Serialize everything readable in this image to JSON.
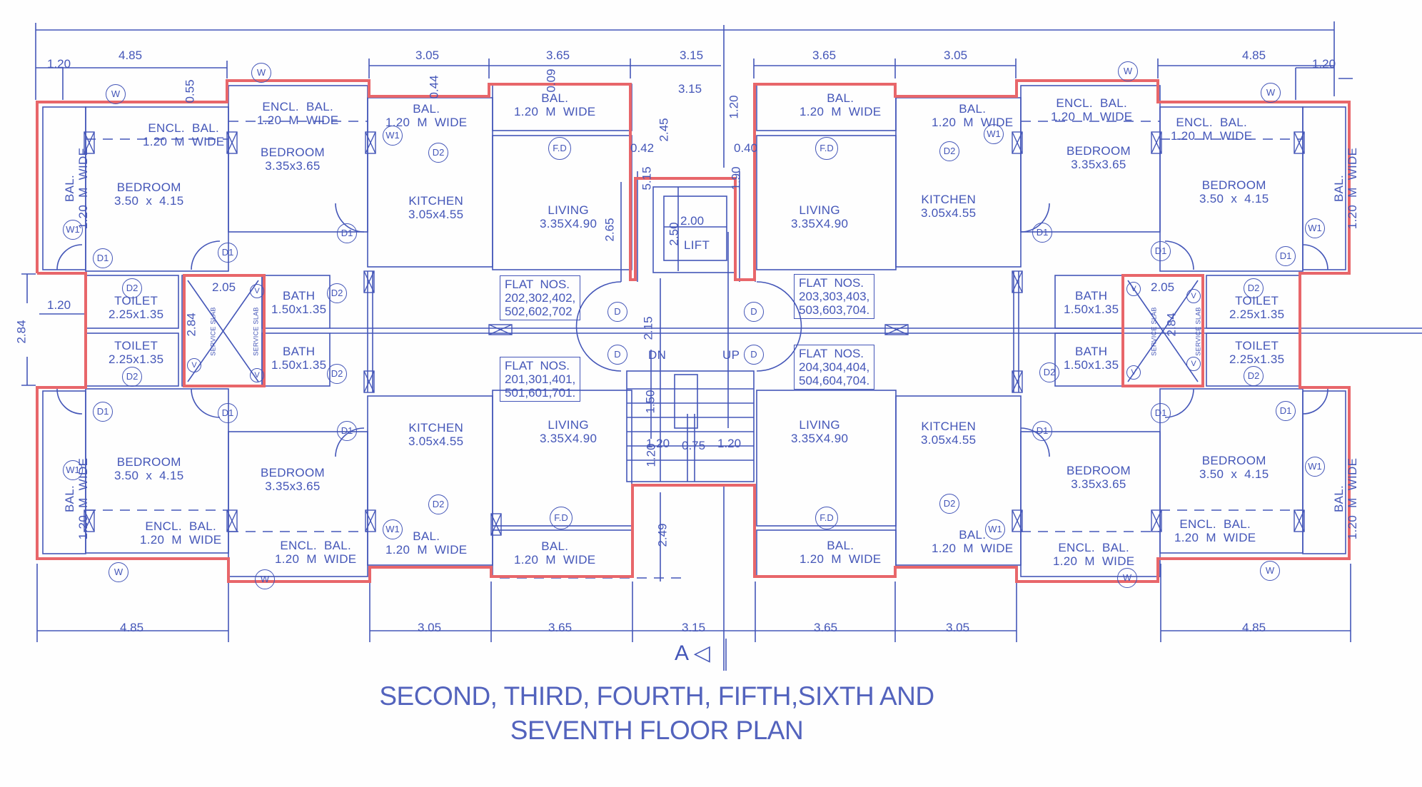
{
  "title": {
    "line1": "SECOND, THIRD, FOURTH, FIFTH,SIXTH AND",
    "line2": "SEVENTH FLOOR PLAN"
  },
  "section_marker": "A ◁",
  "colors": {
    "linework": "#4456b8",
    "outline": "#e8666a",
    "title": "#5363bd",
    "background": "#fefefe"
  },
  "dimensions": {
    "top": [
      "1.20",
      "4.85",
      "3.05",
      "3.65",
      "3.15",
      "3.65",
      "3.05",
      "4.85",
      "1.20"
    ],
    "bottom": [
      "4.85",
      "3.05",
      "3.65",
      "3.15",
      "3.65",
      "3.05",
      "4.85"
    ],
    "misc": {
      "left_notch_width": "1.20",
      "left_notch_height": "2.84",
      "offset_055": "0.55",
      "offset_044": "0.44",
      "offset_009": "0.09",
      "core_315": "3.15",
      "core_245": "2.45",
      "core_042": "0.42",
      "core_040": "0.40",
      "core_120": "1.20",
      "core_515": "5.15",
      "core_190": "1.90",
      "core_265": "2.65",
      "lift_w": "2.00",
      "lift_h": "2.50",
      "lobby_h": "2.15",
      "stair_150": "1.50",
      "stair_120a": "1.20",
      "stair_075": "0.75",
      "stair_120b": "1.20",
      "stair_120c": "1.20",
      "duct_205": "2.05",
      "duct_284": "2.84",
      "bottom_core_249": "2.49"
    }
  },
  "rooms": {
    "bedroom_large": "BEDROOM\n3.50  x  4.15",
    "bedroom_small": "BEDROOM\n3.35x3.65",
    "kitchen": "KITCHEN\n3.05x4.55",
    "living": "LIVING\n3.35X4.90",
    "toilet": "TOILET\n2.25x1.35",
    "bath": "BATH\n1.50x1.35",
    "encl_bal": "ENCL.  BAL.\n1.20  M  WIDE",
    "bal": "BAL.\n1.20  M  WIDE",
    "bal_side": "BAL.\n1.20  M  WIDE",
    "lift": "LIFT",
    "service_slab": "SERVICE SLAB",
    "dn": "DN",
    "up": "UP"
  },
  "flat_labels": {
    "top_left": "FLAT  NOS.\n202,302,402,\n502,602,702",
    "bottom_left": "FLAT  NOS.\n201,301,401,\n501,601,701.",
    "top_right": "FLAT  NOS.\n203,303,403,\n503,603,704.",
    "bottom_right": "FLAT  NOS.\n204,304,404,\n504,604,704."
  },
  "tags": {
    "window": "W",
    "window1": "W1",
    "door1": "D1",
    "door2": "D2",
    "main_door": "D",
    "french_door": "F.D",
    "vent": "V"
  }
}
